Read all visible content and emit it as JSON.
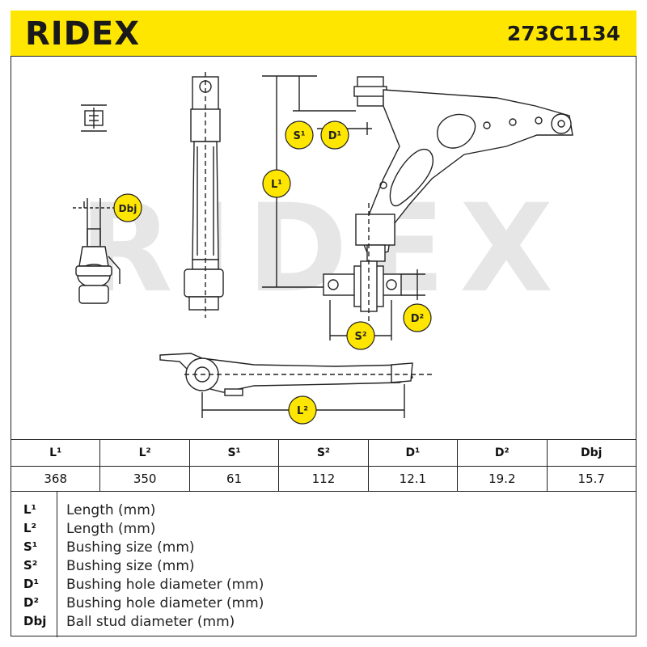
{
  "header": {
    "brand": "RIDEX",
    "part_number": "273C1134"
  },
  "diagram": {
    "watermark": "RIDEX",
    "labels": {
      "s1": "S¹",
      "d1": "D¹",
      "l1": "L¹",
      "dbj": "Dbj",
      "d2": "D²",
      "s2": "S²",
      "l2": "L²"
    },
    "accent_color": "#ffe600"
  },
  "dimensions": {
    "headers": [
      "L¹",
      "L²",
      "S¹",
      "S²",
      "D¹",
      "D²",
      "Dbj"
    ],
    "values": [
      "368",
      "350",
      "61",
      "112",
      "12.1",
      "19.2",
      "15.7"
    ]
  },
  "legend": [
    {
      "symbol": "L¹",
      "description": "Length (mm)"
    },
    {
      "symbol": "L²",
      "description": "Length (mm)"
    },
    {
      "symbol": "S¹",
      "description": "Bushing size (mm)"
    },
    {
      "symbol": "S²",
      "description": "Bushing size (mm)"
    },
    {
      "symbol": "D¹",
      "description": "Bushing hole diameter (mm)"
    },
    {
      "symbol": "D²",
      "description": "Bushing hole diameter (mm)"
    },
    {
      "symbol": "Dbj",
      "description": "Ball stud diameter (mm)"
    }
  ]
}
